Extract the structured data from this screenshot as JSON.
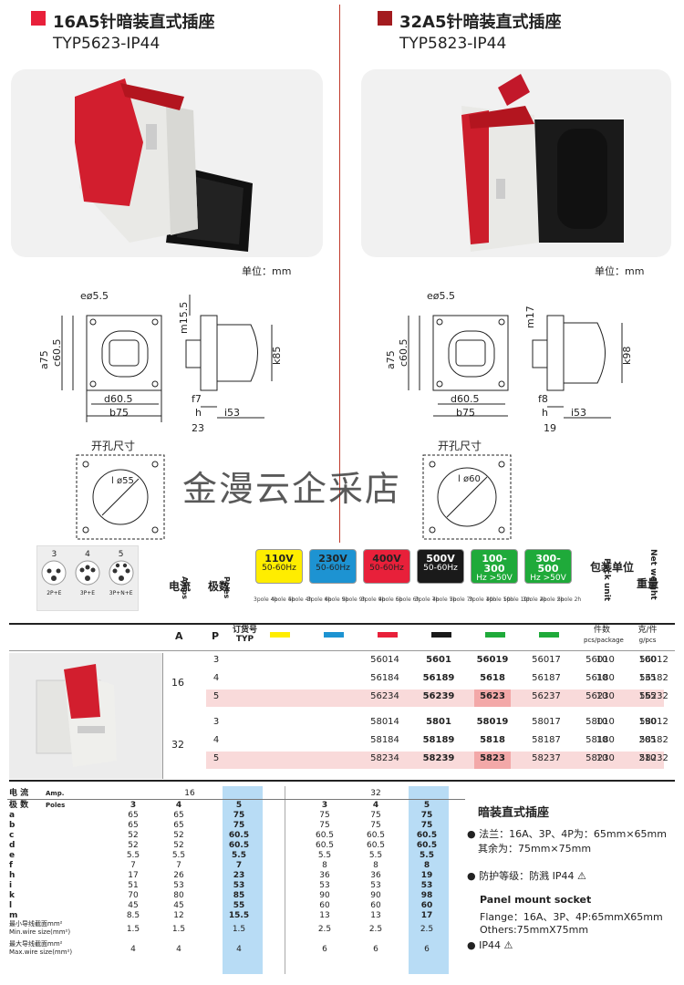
{
  "left": {
    "title": "16A5针暗装直式插座",
    "model": "TYP5623-IP44"
  },
  "right": {
    "title": "32A5针暗装直式插座",
    "model": "TYP5823-IP44"
  },
  "colors": {
    "red": "#e8203a",
    "darkred": "#a31b1f",
    "yellow": "#ffed00",
    "blue": "#1d93d2",
    "rowhl": "#f9dada",
    "cellhl": "#f3a8a8",
    "colhl": "#b8dcf5"
  },
  "unit_label": "单位：mm",
  "cutout_label": "开孔尺寸",
  "watermark": "金漫云企采店",
  "dims_left": {
    "e": "eø5.5",
    "m": "m15.5",
    "a": "a75",
    "c": "c60.5",
    "d": "d60.5",
    "b": "b75",
    "k": "k85",
    "f": "f7",
    "h": "h",
    "i": "i53",
    "g": "23",
    "l": "l ø55"
  },
  "dims_right": {
    "e": "eø5.5",
    "m": "m17",
    "a": "a75",
    "c": "c60.5",
    "d": "d60.5",
    "b": "b75",
    "k": "k98",
    "f": "f8",
    "h": "h",
    "i": "i53",
    "g": "19",
    "l": "l ø60"
  },
  "plugs": [
    {
      "num": "3",
      "label": "2P+E"
    },
    {
      "num": "4",
      "label": "3P+E"
    },
    {
      "num": "5",
      "label": "3P+N+E"
    }
  ],
  "head": {
    "current_cn": "电流",
    "current_en": "Amps",
    "poles_cn": "极数",
    "poles_en": "Poles",
    "pack_cn": "包装单位",
    "pack_en": "Pack unit",
    "weight_cn": "重量",
    "weight_en": "Net weight",
    "A": "A",
    "P": "P",
    "typ_cn": "订货号",
    "typ_en": "TYP",
    "pack_unit": "件数",
    "pack_unit_en": "pcs/package",
    "weight_unit": "克/件",
    "weight_unit_en": "g/pcs"
  },
  "voltages": [
    {
      "v": "110V",
      "hz": "50-60Hz",
      "bg": "#ffed00",
      "fg": "#222",
      "poles": [
        "3pole 4h",
        "4pole 4h",
        "5pole 4h"
      ]
    },
    {
      "v": "230V",
      "hz": "50-60Hz",
      "bg": "#1d93d2",
      "fg": "#222",
      "poles": [
        "3pole 6h",
        "4pole 9h",
        "5pole 9h"
      ]
    },
    {
      "v": "400V",
      "hz": "50-60Hz",
      "bg": "#e8203a",
      "fg": "#222",
      "poles": [
        "3pole 9h",
        "4pole 6h",
        "5pole 6h"
      ]
    },
    {
      "v": "500V",
      "hz": "50-60Hz",
      "bg": "#1a1a1a",
      "fg": "#fff",
      "poles": [
        "3pole 7h",
        "4pole 7h",
        "5pole 7h"
      ]
    },
    {
      "v": "100-300",
      "hz": "Hz >50V",
      "bg": "#1faa3a",
      "fg": "#fff",
      "poles": [
        "3pole 10h",
        "4pole 10h",
        "5pole 10h"
      ]
    },
    {
      "v": "300-500",
      "hz": "Hz >50V",
      "bg": "#1faa3a",
      "fg": "#fff",
      "poles": [
        "3pole 2h",
        "4pole 2h",
        "5pole 2h"
      ]
    }
  ],
  "rows16": [
    {
      "p": "3",
      "c": [
        "56014",
        "5601",
        "56019",
        "56017",
        "56010",
        "56012"
      ],
      "pack": "10",
      "w": "100"
    },
    {
      "p": "4",
      "c": [
        "56184",
        "56189",
        "5618",
        "56187",
        "56180",
        "56182"
      ],
      "pack": "10",
      "w": "135"
    },
    {
      "p": "5",
      "c": [
        "56234",
        "56239",
        "5623",
        "56237",
        "56230",
        "56232"
      ],
      "pack": "10",
      "w": "155"
    }
  ],
  "rows32": [
    {
      "p": "3",
      "c": [
        "58014",
        "5801",
        "58019",
        "58017",
        "58010",
        "58012"
      ],
      "pack": "10",
      "w": "190"
    },
    {
      "p": "4",
      "c": [
        "58184",
        "58189",
        "5818",
        "58187",
        "58180",
        "58182"
      ],
      "pack": "10",
      "w": "205"
    },
    {
      "p": "5",
      "c": [
        "58234",
        "58239",
        "5823",
        "58237",
        "58230",
        "58232"
      ],
      "pack": "10",
      "w": "210"
    }
  ],
  "amp16": "16",
  "amp32": "32",
  "spec": {
    "amp_label": "电 流",
    "amp_en": "Amp.",
    "poles_label": "极 数",
    "poles_en": "Poles",
    "a16": "16",
    "a32": "32",
    "rows": [
      {
        "l": "a",
        "v": [
          "65",
          "65",
          "75",
          "75",
          "75",
          "75"
        ]
      },
      {
        "l": "b",
        "v": [
          "65",
          "65",
          "75",
          "75",
          "75",
          "75"
        ]
      },
      {
        "l": "c",
        "v": [
          "52",
          "52",
          "60.5",
          "60.5",
          "60.5",
          "60.5"
        ]
      },
      {
        "l": "d",
        "v": [
          "52",
          "52",
          "60.5",
          "60.5",
          "60.5",
          "60.5"
        ]
      },
      {
        "l": "e",
        "v": [
          "5.5",
          "5.5",
          "5.5",
          "5.5",
          "5.5",
          "5.5"
        ]
      },
      {
        "l": "f",
        "v": [
          "7",
          "7",
          "7",
          "8",
          "8",
          "8"
        ]
      },
      {
        "l": "h",
        "v": [
          "17",
          "26",
          "23",
          "36",
          "36",
          "19"
        ]
      },
      {
        "l": "i",
        "v": [
          "51",
          "53",
          "53",
          "53",
          "53",
          "53"
        ]
      },
      {
        "l": "k",
        "v": [
          "70",
          "80",
          "85",
          "90",
          "90",
          "98"
        ]
      },
      {
        "l": "l",
        "v": [
          "45",
          "45",
          "55",
          "60",
          "60",
          "60"
        ]
      },
      {
        "l": "m",
        "v": [
          "8.5",
          "12",
          "15.5",
          "13",
          "13",
          "17"
        ]
      }
    ],
    "poles": [
      "3",
      "4",
      "5",
      "3",
      "4",
      "5"
    ],
    "minwire_cn": "最小导线截面mm²",
    "minwire_en": "Min.wire size(mm²)",
    "minwire": [
      "1.5",
      "1.5",
      "1.5",
      "2.5",
      "2.5",
      "2.5"
    ],
    "maxwire_cn": "最大导线截面mm²",
    "maxwire_en": "Max.wire size(mm²)",
    "maxwire": [
      "4",
      "4",
      "4",
      "6",
      "6",
      "6"
    ]
  },
  "notes": {
    "title": "暗装直式插座",
    "flange": "法兰：16A、3P、4P为：65mm×65mm",
    "other": "其余为：75mm×75mm",
    "protect": "防护等级：防溅    IP44",
    "en_title": "Panel mount socket",
    "en_flange": "Flange：16A、3P、4P:65mmX65mm",
    "en_other": "Others:75mmX75mm",
    "en_ip": "IP44"
  }
}
